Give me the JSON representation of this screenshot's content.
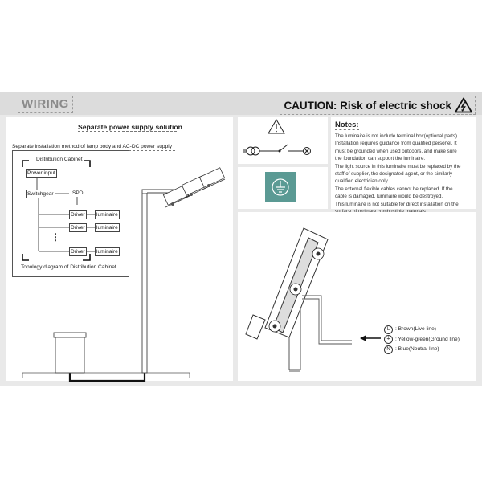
{
  "header": {
    "wiring_title": "WIRING",
    "caution_text": "CAUTION: Risk of electric shock",
    "caution_icon": "high-voltage-warning-icon"
  },
  "left_panel": {
    "title": "Separate power supply solution",
    "subtitle": "Separate installation method of lamp body and AC-DC power supply",
    "cabinet": {
      "title": "Distribution Cabinet",
      "power_input": "Power input",
      "switchgear": "Switchgear",
      "spd": "SPD",
      "drivers": [
        "Driver",
        "Driver",
        "Driver"
      ],
      "luminaires": [
        "luminaire",
        "luminaire",
        "luminaire"
      ],
      "ellipsis": "⋮",
      "caption": "Topology diagram of Distribution Cabinet"
    }
  },
  "symbols": {
    "isolation_icon": "isolating-transformer-icon",
    "ground_icon": "protective-earth-icon",
    "ground_color": "#5b9a94"
  },
  "notes": {
    "title": "Notes:",
    "lines": [
      "The luminaire is not include terminal box(optional parts).",
      "Installation requires guidance from qualified personel. It",
      "must be grounded when used outdoors, and make sure",
      "the foundation can support the luminaire.",
      "The light source in this luminaire must be replaced by the",
      "staff of supplier, the designated agent, or the similarly",
      "qualified electrician only.",
      "The external flexible cables cannot be replaced. If the",
      "cable is damaged, luminaire would be destroyed.",
      "This luminaire is not suitable for direct installation on the",
      "surface of ordinary combustible materials."
    ]
  },
  "wires": [
    {
      "symbol": "L",
      "label": ": Brown(Live line)"
    },
    {
      "symbol": "⏚",
      "label": ": Yellow-green(Ground line)"
    },
    {
      "symbol": "N",
      "label": ": Blue(Neutral line)"
    }
  ],
  "colors": {
    "background": "#e9e9e9",
    "header": "#dcdcdc",
    "title_gray": "#8a8a8a"
  }
}
